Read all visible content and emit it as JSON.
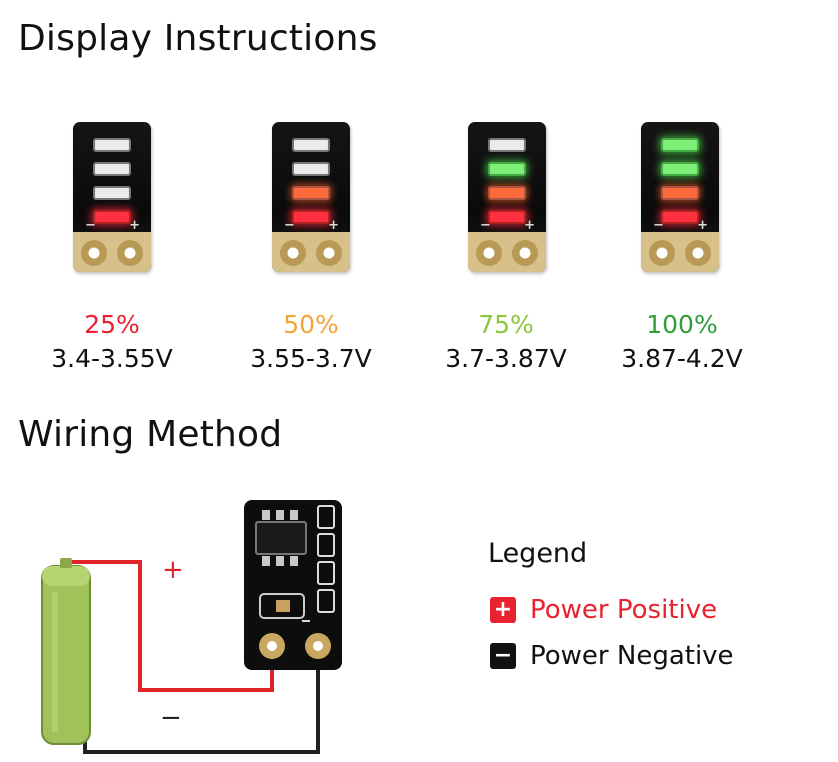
{
  "display_section": {
    "title": "Display Instructions",
    "indicators": [
      {
        "level": "25%",
        "range": "3.4-3.55V",
        "level_color": "#e8232f",
        "leds": [
          "off",
          "off",
          "off",
          "red"
        ]
      },
      {
        "level": "50%",
        "range": "3.55-3.7V",
        "level_color": "#f2a43a",
        "leds": [
          "off",
          "off",
          "orange",
          "red"
        ]
      },
      {
        "level": "75%",
        "range": "3.7-3.87V",
        "level_color": "#8cc63f",
        "leds": [
          "off",
          "green",
          "orange",
          "red"
        ]
      },
      {
        "level": "100%",
        "range": "3.87-4.2V",
        "level_color": "#2e9e38",
        "leds": [
          "green",
          "green",
          "orange",
          "red"
        ]
      }
    ],
    "pad_marks": {
      "negative": "−",
      "positive": "+"
    }
  },
  "wiring_section": {
    "title": "Wiring Method",
    "diagram": {
      "positive_mark": "+",
      "negative_mark": "−",
      "positive_wire_color": "#e0242a",
      "negative_wire_color": "#222222",
      "battery_color": "#9fc25a"
    },
    "legend": {
      "title": "Legend",
      "items": [
        {
          "symbol": "+",
          "label": "Power Positive",
          "swatch_color": "#e8232f",
          "label_color": "#e8232f"
        },
        {
          "symbol": "−",
          "label": "Power Negative",
          "swatch_color": "#111111",
          "label_color": "#111111"
        }
      ]
    }
  }
}
